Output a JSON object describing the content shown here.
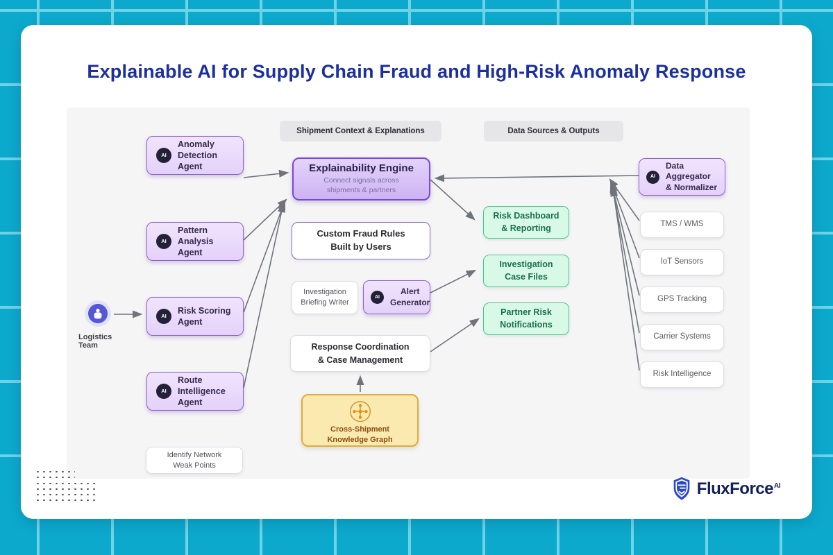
{
  "title": "Explainable AI for Supply Chain Fraud and High-Risk Anomaly Response",
  "badge": {
    "label": "AI"
  },
  "headers": {
    "left": "Shipment Context & Explanations",
    "right": "Data Sources & Outputs"
  },
  "agents": {
    "anomaly": {
      "line1": "Anomaly Detection",
      "line2": "Agent"
    },
    "pattern": {
      "line1": "Pattern Analysis",
      "line2": "Agent"
    },
    "risk": {
      "line1": "Risk Scoring",
      "line2": "Agent"
    },
    "route": {
      "line1": "Route Intelligence",
      "line2": "Agent"
    }
  },
  "actor": {
    "label": "Logistics Team"
  },
  "engine": {
    "title": "Explainability Engine",
    "sub1": "Connect signals across",
    "sub2": "shipments & partners"
  },
  "center": {
    "fraud_rules": {
      "line1": "Custom Fraud Rules",
      "line2": "Built by Users"
    },
    "briefing": {
      "line1": "Investigation",
      "line2": "Briefing Writer"
    },
    "alert": {
      "line1": "Alert",
      "line2": "Generator"
    },
    "response": {
      "line1": "Response Coordination",
      "line2": "& Case Management"
    },
    "kg": {
      "line1": "Cross-Shipment",
      "line2": "Knowledge Graph"
    }
  },
  "outputs": {
    "dashboard": {
      "line1": "Risk Dashboard",
      "line2": "& Reporting"
    },
    "case_files": {
      "line1": "Investigation",
      "line2": "Case Files"
    },
    "partner": {
      "line1": "Partner Risk",
      "line2": "Notifications"
    }
  },
  "aggregator": {
    "line1": "Data Aggregator",
    "line2": "& Normalizer"
  },
  "sources": {
    "tms": "TMS / WMS",
    "iot": "IoT Sensors",
    "gps": "GPS Tracking",
    "carrier": "Carrier Systems",
    "risk_intel": "Risk Intelligence"
  },
  "weak_points": {
    "line1": "Identify Network",
    "line2": "Weak Points"
  },
  "logo": {
    "name": "FluxForce",
    "sup": "AI"
  },
  "colors": {
    "background_cyan": "#0ca9cd",
    "grid_line": "#6fd3e7",
    "title_blue": "#1c2fa0",
    "purple_border": "#7b46d9",
    "agent_fill": "#e9d9fb",
    "green_border": "#3fcb8e",
    "green_fill": "#d9f9e7",
    "yellow_fill": "#fbeab0",
    "yellow_border": "#dcad3f",
    "arrow_gray": "#6f737b",
    "logo_navy": "#13205e"
  }
}
